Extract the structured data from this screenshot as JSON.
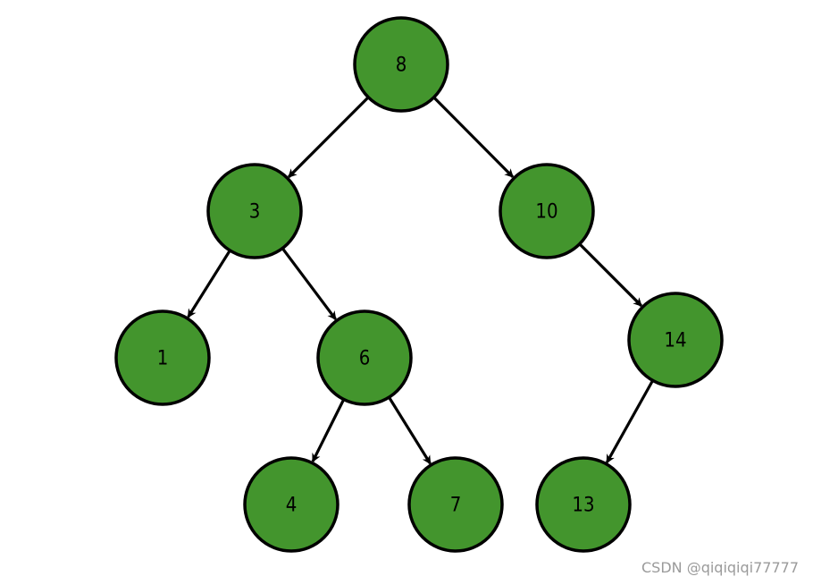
{
  "tree": {
    "node_color": "#43952d",
    "edge_color": "#000000",
    "nodes": [
      {
        "id": "n8",
        "label": "8"
      },
      {
        "id": "n3",
        "label": "3"
      },
      {
        "id": "n10",
        "label": "10"
      },
      {
        "id": "n1",
        "label": "1"
      },
      {
        "id": "n6",
        "label": "6"
      },
      {
        "id": "n14",
        "label": "14"
      },
      {
        "id": "n4",
        "label": "4"
      },
      {
        "id": "n7",
        "label": "7"
      },
      {
        "id": "n13",
        "label": "13"
      }
    ],
    "edges": [
      {
        "from": "n8",
        "to": "n3"
      },
      {
        "from": "n8",
        "to": "n10"
      },
      {
        "from": "n3",
        "to": "n1"
      },
      {
        "from": "n3",
        "to": "n6"
      },
      {
        "from": "n10",
        "to": "n14"
      },
      {
        "from": "n6",
        "to": "n4"
      },
      {
        "from": "n6",
        "to": "n7"
      },
      {
        "from": "n14",
        "to": "n13"
      }
    ]
  },
  "watermark": "CSDN @qiqiqiqi77777"
}
